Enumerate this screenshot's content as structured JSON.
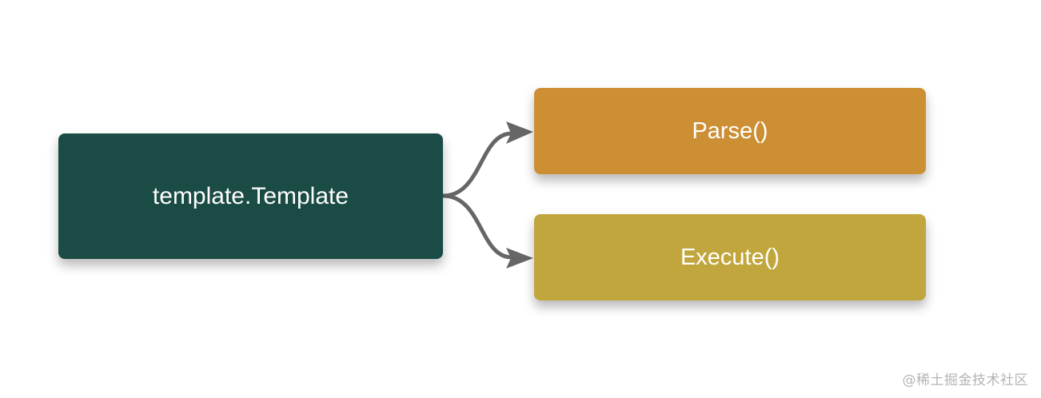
{
  "diagram": {
    "nodes": [
      {
        "id": "source",
        "label": "template.Template",
        "color": "#1a4b45"
      },
      {
        "id": "parse",
        "label": "Parse()",
        "color": "#cc8f33"
      },
      {
        "id": "execute",
        "label": "Execute()",
        "color": "#c0a63c"
      }
    ],
    "edges": [
      {
        "from": "source",
        "to": "parse"
      },
      {
        "from": "source",
        "to": "execute"
      }
    ],
    "edge_color": "#666666"
  },
  "watermark": "@稀土掘金技术社区"
}
